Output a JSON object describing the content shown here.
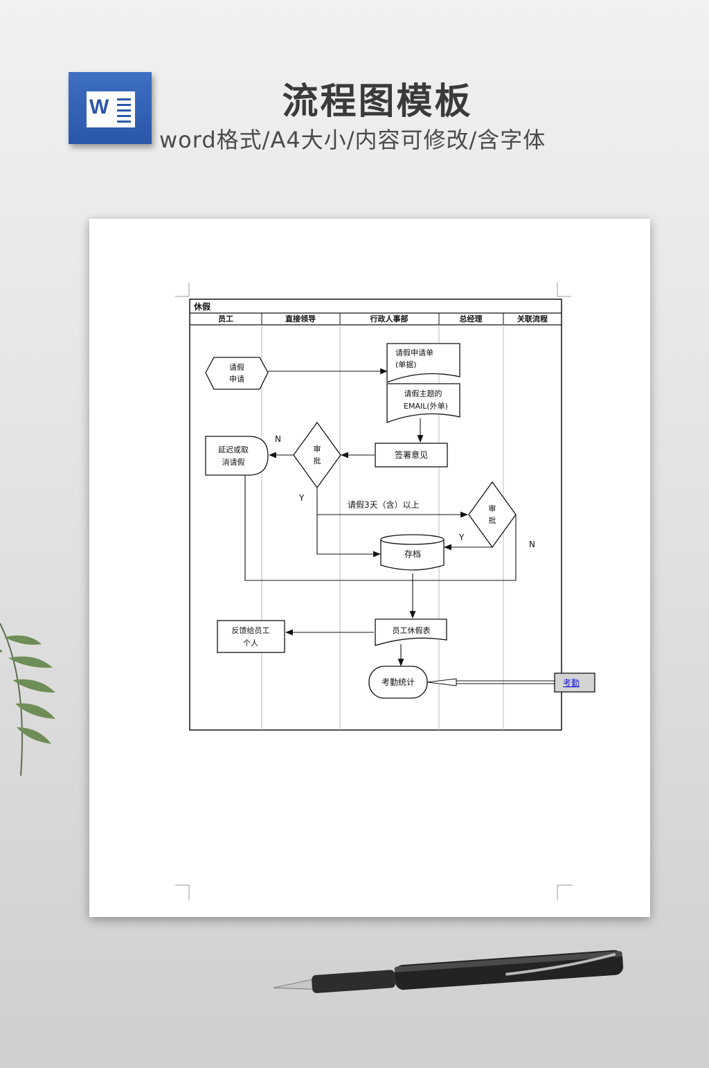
{
  "header": {
    "logo_letter": "W",
    "title": "流程图模板",
    "subtitle": "word格式/A4大小/内容可修改/含字体"
  },
  "flowchart": {
    "table_title": "休假",
    "lanes": [
      "员工",
      "直接领导",
      "行政人事部",
      "总经理",
      "关联流程"
    ],
    "nodes": {
      "apply": [
        "请假",
        "申请"
      ],
      "form": [
        "请假申请单",
        "(单据)"
      ],
      "email": [
        "请假主题的",
        "EMAIL(外单)"
      ],
      "sign": "签署意见",
      "approve1": [
        "审",
        "批"
      ],
      "delay": [
        "延迟或取",
        "消请假"
      ],
      "approve2": [
        "审",
        "批"
      ],
      "archive": "存档",
      "feedback": [
        "反馈给员工",
        "个人"
      ],
      "leave_table": "员工休假表",
      "attendance_stat": "考勤统计",
      "attendance_link": "考勤"
    },
    "labels": {
      "n1": "N",
      "y1": "Y",
      "three_days": "请假3天（含）以上",
      "y2": "Y",
      "n2": "N"
    }
  },
  "colors": {
    "word_blue": "#2a56a8",
    "link_blue": "#1a1adf",
    "gray_box": "#d4d4d4"
  }
}
